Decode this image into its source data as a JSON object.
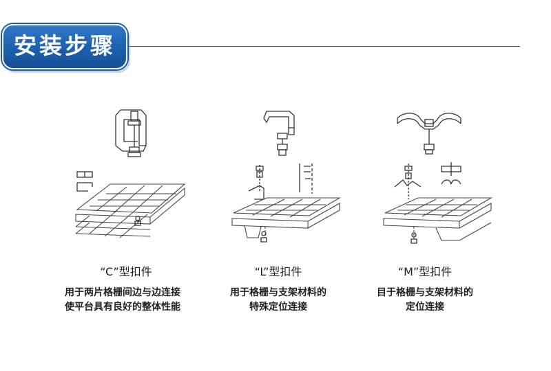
{
  "header": {
    "title": "安装步骤",
    "badge_color": "#1d5fae"
  },
  "clips": [
    {
      "name": "“C”型扣件",
      "description": [
        "用于两片格栅间边与边连接",
        "使平台具有良好的整体性能"
      ],
      "icon": "c-clip-icon"
    },
    {
      "name": "“L”型扣件",
      "description": [
        "用于格栅与支架材料的",
        "特殊定位连接"
      ],
      "icon": "l-clip-icon"
    },
    {
      "name": "“M”型扣件",
      "description": [
        "目于格栅与支架材料的",
        "定位连接"
      ],
      "icon": "m-clip-icon"
    }
  ]
}
